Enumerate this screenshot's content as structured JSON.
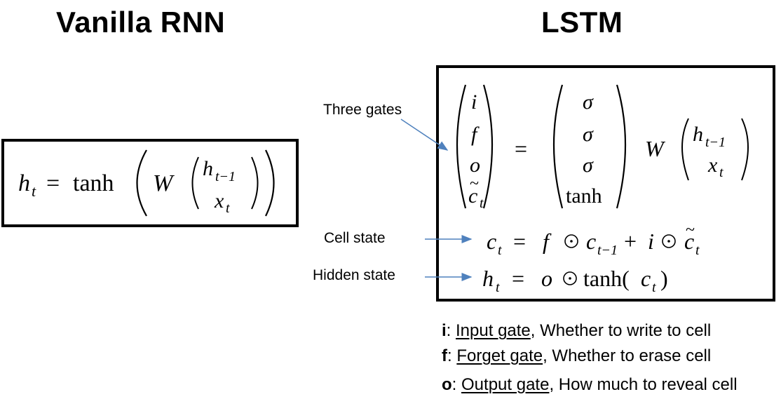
{
  "left": {
    "title": "Vanilla RNN"
  },
  "right": {
    "title": "LSTM"
  },
  "annotations": {
    "three_gates": "Three gates",
    "cell_state": "Cell state",
    "hidden_state": "Hidden state"
  },
  "legend": [
    {
      "letter": "i",
      "sep": ": ",
      "gate": "Input gate",
      "desc": ", Whether to write to cell"
    },
    {
      "letter": "f",
      "sep": ": ",
      "gate": "Forget gate",
      "desc": ", Whether to erase cell"
    },
    {
      "letter": "o",
      "sep": ": ",
      "gate": "Output gate",
      "desc": ", How much to reveal cell"
    }
  ],
  "colors": {
    "arrow": "#4f81bd",
    "border": "#000000"
  }
}
